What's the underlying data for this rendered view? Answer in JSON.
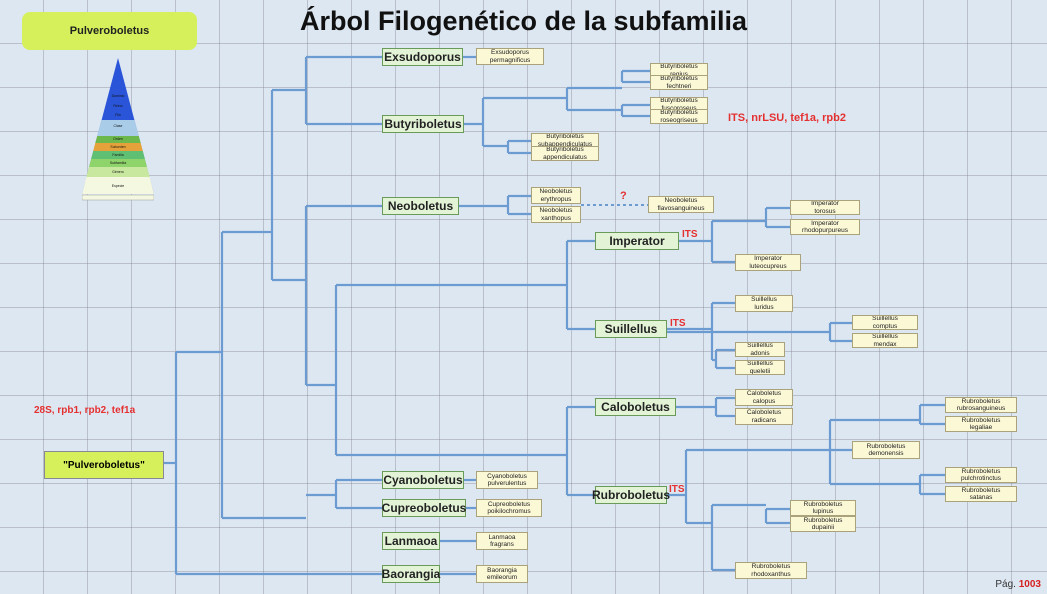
{
  "title": "Árbol Filogenético de la subfamilia",
  "top_label": "Pulveroboletus",
  "root_label": "\"Pulveroboletus\"",
  "root_markers": "28S, rpb1, rpb2, tef1a",
  "butyriboletus_markers": "ITS, nrLSU, tef1a, rpb2",
  "its_label": "ITS",
  "question_mark": "?",
  "page": {
    "prefix": "Pág.",
    "number": "1003"
  },
  "pyramid": {
    "levels": [
      "Dominio",
      "Reino",
      "Filo",
      "Clase",
      "Orden",
      "Suborden",
      "Familia",
      "Subfamilia",
      "Género",
      "Especie"
    ],
    "colors": [
      "#2a55d8",
      "#e23a3a",
      "#1f8cd0",
      "#a9cde8",
      "#6db84d",
      "#e6a23a",
      "#5fbf72",
      "#8fd36b",
      "#c8e8a0",
      "#f4f8e0"
    ]
  },
  "genera": {
    "exsudoporus": "Exsudoporus",
    "butyriboletus": "Butyriboletus",
    "neoboletus": "Neoboletus",
    "imperator": "Imperator",
    "suillellus": "Suillellus",
    "caloboletus": "Caloboletus",
    "rubroboletus": "Rubroboletus",
    "cyanoboletus": "Cyanoboletus",
    "cupreoboletus": "Cupreoboletus",
    "lanmaoa": "Lanmaoa",
    "baorangia": "Baorangia"
  },
  "species": {
    "exsudoporus_permagnificus": [
      "Exsudoporus",
      "permagnificus"
    ],
    "butyriboletus_regius": [
      "Butyriboletus",
      "regius"
    ],
    "butyriboletus_fechtneri": [
      "Butyriboletus",
      "fechtneri"
    ],
    "butyriboletus_fuscoroseus": [
      "Butyriboletus",
      "fuscoroseus"
    ],
    "butyriboletus_roseogriseus": [
      "Butyriboletus",
      "roseogriseus"
    ],
    "butyriboletus_subappendiculatus": [
      "Butyriboletus",
      "subappendiculatus"
    ],
    "butyriboletus_appendiculatus": [
      "Butyriboletus",
      "appendiculatus"
    ],
    "neoboletus_erythropus": [
      "Neoboletus",
      "erythropus"
    ],
    "neoboletus_xanthopus": [
      "Neoboletus",
      "xanthopus"
    ],
    "neoboletus_flavosanguineus": [
      "Neoboletus",
      "flavosanguineus"
    ],
    "imperator_torosus": [
      "Imperator",
      "torosus"
    ],
    "imperator_rhodopurpureus": [
      "Imperator",
      "rhodopurpureus"
    ],
    "imperator_luteocupreus": [
      "Imperator",
      "luteocupreus"
    ],
    "suillellus_luridus": [
      "Suillellus",
      "luridus"
    ],
    "suillellus_comptus": [
      "Suillellus",
      "comptus"
    ],
    "suillellus_mendax": [
      "Suillellus",
      "mendax"
    ],
    "suillellus_adonis": [
      "Suillellus",
      "adonis"
    ],
    "suillellus_queletii": [
      "Suillellus",
      "queletii"
    ],
    "caloboletus_calopus": [
      "Caloboletus",
      "calopus"
    ],
    "caloboletus_radicans": [
      "Caloboletus",
      "radicans"
    ],
    "rubroboletus_rubrosanguineus": [
      "Rubroboletus",
      "rubrosanguineus"
    ],
    "rubroboletus_legaliae": [
      "Rubroboletus",
      "legaliae"
    ],
    "rubroboletus_demonensis": [
      "Rubroboletus",
      "demonensis"
    ],
    "rubroboletus_pulchrotinctus": [
      "Rubroboletus",
      "pulchrotinctus"
    ],
    "rubroboletus_satanas": [
      "Rubroboletus",
      "satanas"
    ],
    "rubroboletus_lupinus": [
      "Rubroboletus",
      "lupinus"
    ],
    "rubroboletus_dupainii": [
      "Rubroboletus",
      "dupainii"
    ],
    "rubroboletus_rhodoxanthus": [
      "Rubroboletus",
      "rhodoxanthus"
    ],
    "cyanoboletus_pulverulentus": [
      "Cyanoboletus",
      "pulverulentus"
    ],
    "cupreoboletus_poikilochromus": [
      "Cupreoboletus",
      "poikilochromus"
    ],
    "lanmaoa_fragrans": [
      "Lanmaoa",
      "fragrans"
    ],
    "baorangia_emileorum": [
      "Baorangia",
      "emileorum"
    ]
  },
  "colors": {
    "line": "#6b9bd1",
    "genus_fill": "#e2f3d6",
    "species_fill": "#fbf8d6",
    "highlight": "#d5f05a",
    "red_text": "#e53030"
  }
}
